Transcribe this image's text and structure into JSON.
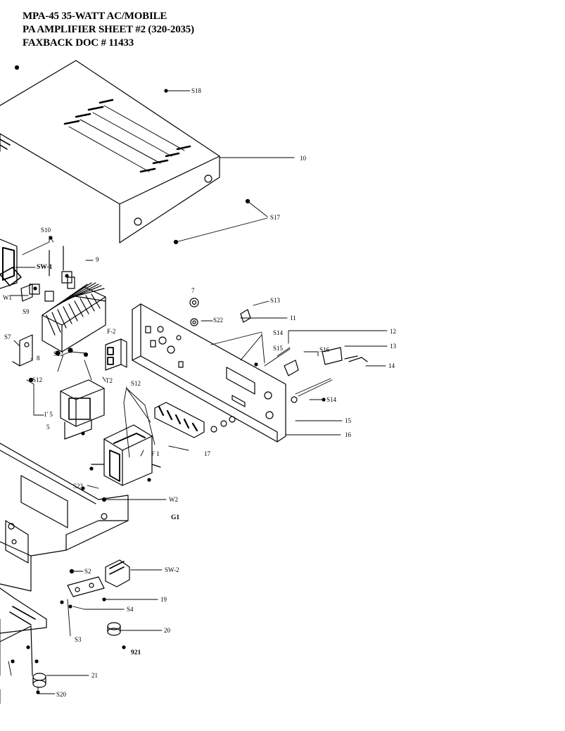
{
  "header": {
    "line1": "MPA-45 35-WATT AC/MOBILE",
    "line2": "PA AMPLIFIER SHEET #2   (320-2035)",
    "line3": "FAXBACK DOC # 11433"
  },
  "callouts": [
    {
      "id": "s18",
      "text": "S18"
    },
    {
      "id": "p10",
      "text": "10"
    },
    {
      "id": "s17",
      "text": "S17"
    },
    {
      "id": "s10",
      "text": "S10"
    },
    {
      "id": "sw1",
      "text": "SW-1"
    },
    {
      "id": "p9",
      "text": "9"
    },
    {
      "id": "w1",
      "text": "W1"
    },
    {
      "id": "s9",
      "text": "S9"
    },
    {
      "id": "p7",
      "text": "7"
    },
    {
      "id": "s13",
      "text": "S13"
    },
    {
      "id": "p11",
      "text": "11"
    },
    {
      "id": "s22",
      "text": "S22"
    },
    {
      "id": "s14a",
      "text": "S14"
    },
    {
      "id": "p12",
      "text": "12"
    },
    {
      "id": "s15",
      "text": "S15"
    },
    {
      "id": "s16",
      "text": "S16"
    },
    {
      "id": "p13",
      "text": "13"
    },
    {
      "id": "p14",
      "text": "14"
    },
    {
      "id": "f2",
      "text": "F-2"
    },
    {
      "id": "s7",
      "text": "S7"
    },
    {
      "id": "s12a",
      "text": "S12"
    },
    {
      "id": "p8",
      "text": "8"
    },
    {
      "id": "t2",
      "text": "T2"
    },
    {
      "id": "s12b",
      "text": "S12"
    },
    {
      "id": "s12c",
      "text": "S12"
    },
    {
      "id": "p15a",
      "text": "1' 5"
    },
    {
      "id": "p5",
      "text": "5"
    },
    {
      "id": "s14b",
      "text": "S14"
    },
    {
      "id": "p15",
      "text": "15"
    },
    {
      "id": "p16",
      "text": "16"
    },
    {
      "id": "p17",
      "text": "17"
    },
    {
      "id": "f1",
      "text": "F 1"
    },
    {
      "id": "s23",
      "text": "S23"
    },
    {
      "id": "w2",
      "text": "W2"
    },
    {
      "id": "g1",
      "text": "G1"
    },
    {
      "id": "s2",
      "text": "S2"
    },
    {
      "id": "sw2",
      "text": "SW-2"
    },
    {
      "id": "p19",
      "text": "19"
    },
    {
      "id": "s4",
      "text": "S4"
    },
    {
      "id": "s3",
      "text": "S3"
    },
    {
      "id": "p20",
      "text": "20"
    },
    {
      "id": "p921",
      "text": "921"
    },
    {
      "id": "p21",
      "text": "21"
    },
    {
      "id": "s20",
      "text": "S20"
    }
  ]
}
